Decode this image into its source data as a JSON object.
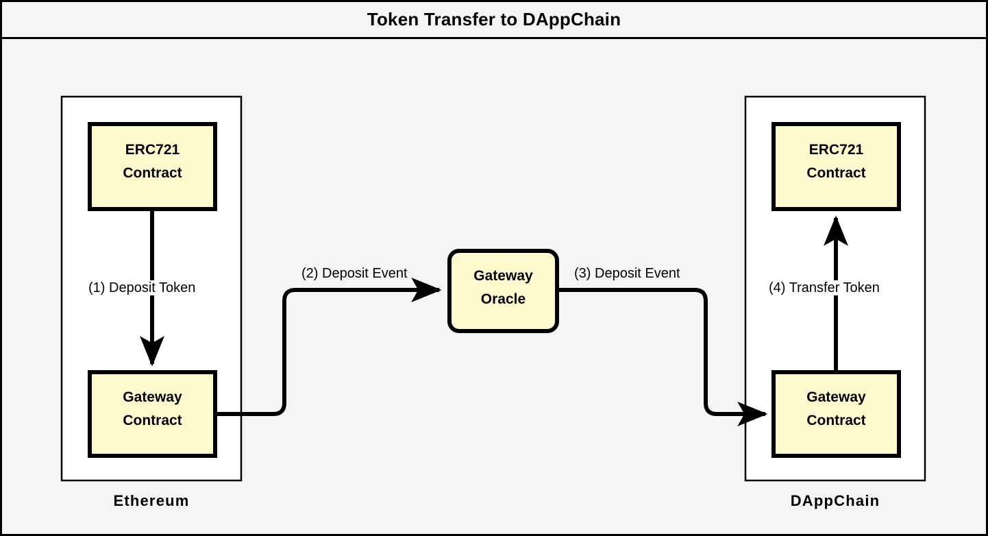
{
  "diagram": {
    "title": "Token Transfer to DAppChain",
    "background_color": "#f5f5f5",
    "panel_fill": "#ffffff",
    "node_fill": "#fffacd",
    "stroke_color": "#000000"
  },
  "panels": [
    {
      "id": "ethereum",
      "label": "Ethereum"
    },
    {
      "id": "dappchain",
      "label": "DAppChain"
    }
  ],
  "nodes": [
    {
      "id": "eth-erc721",
      "line1": "ERC721",
      "line2": "Contract",
      "shape": "rect"
    },
    {
      "id": "eth-gateway",
      "line1": "Gateway",
      "line2": "Contract",
      "shape": "rect"
    },
    {
      "id": "gateway-oracle",
      "line1": "Gateway",
      "line2": "Oracle",
      "shape": "rounded-rect"
    },
    {
      "id": "dapp-erc721",
      "line1": "ERC721",
      "line2": "Contract",
      "shape": "rect"
    },
    {
      "id": "dapp-gateway",
      "line1": "Gateway",
      "line2": "Contract",
      "shape": "rect"
    }
  ],
  "edges": [
    {
      "id": "edge-1",
      "label": "(1) Deposit Token",
      "from": "eth-erc721",
      "to": "eth-gateway"
    },
    {
      "id": "edge-2",
      "label": "(2) Deposit Event",
      "from": "eth-gateway",
      "to": "gateway-oracle"
    },
    {
      "id": "edge-3",
      "label": "(3) Deposit Event",
      "from": "gateway-oracle",
      "to": "dapp-gateway"
    },
    {
      "id": "edge-4",
      "label": "(4) Transfer Token",
      "from": "dapp-gateway",
      "to": "dapp-erc721"
    }
  ]
}
